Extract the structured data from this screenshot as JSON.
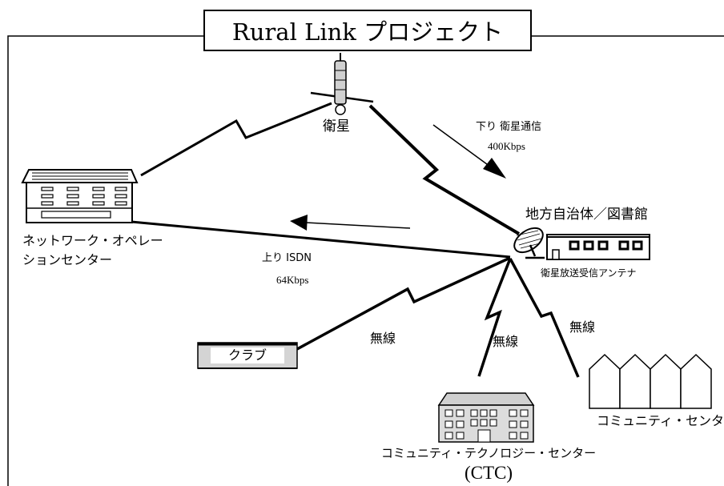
{
  "title": "Rural Link プロジェクト",
  "satellite": {
    "label": "衛星"
  },
  "downlink": {
    "label": "下り 衛星通信",
    "speed": "400Kbps"
  },
  "uplink": {
    "label": "上り ISDN",
    "speed": "64Kbps"
  },
  "noc": {
    "label_line1": "ネットワーク・オペレー",
    "label_line2": "ションセンター"
  },
  "municipality": {
    "label": "地方自治体／図書館",
    "antenna_label": "衛星放送受信アンテナ"
  },
  "wireless_label": "無線",
  "club": {
    "label": "クラブ"
  },
  "ctc": {
    "label": "コミュニティ・テクノロジー・センター",
    "abbr": "(CTC)"
  },
  "community_center": {
    "label": "コミュニティ・センター"
  }
}
